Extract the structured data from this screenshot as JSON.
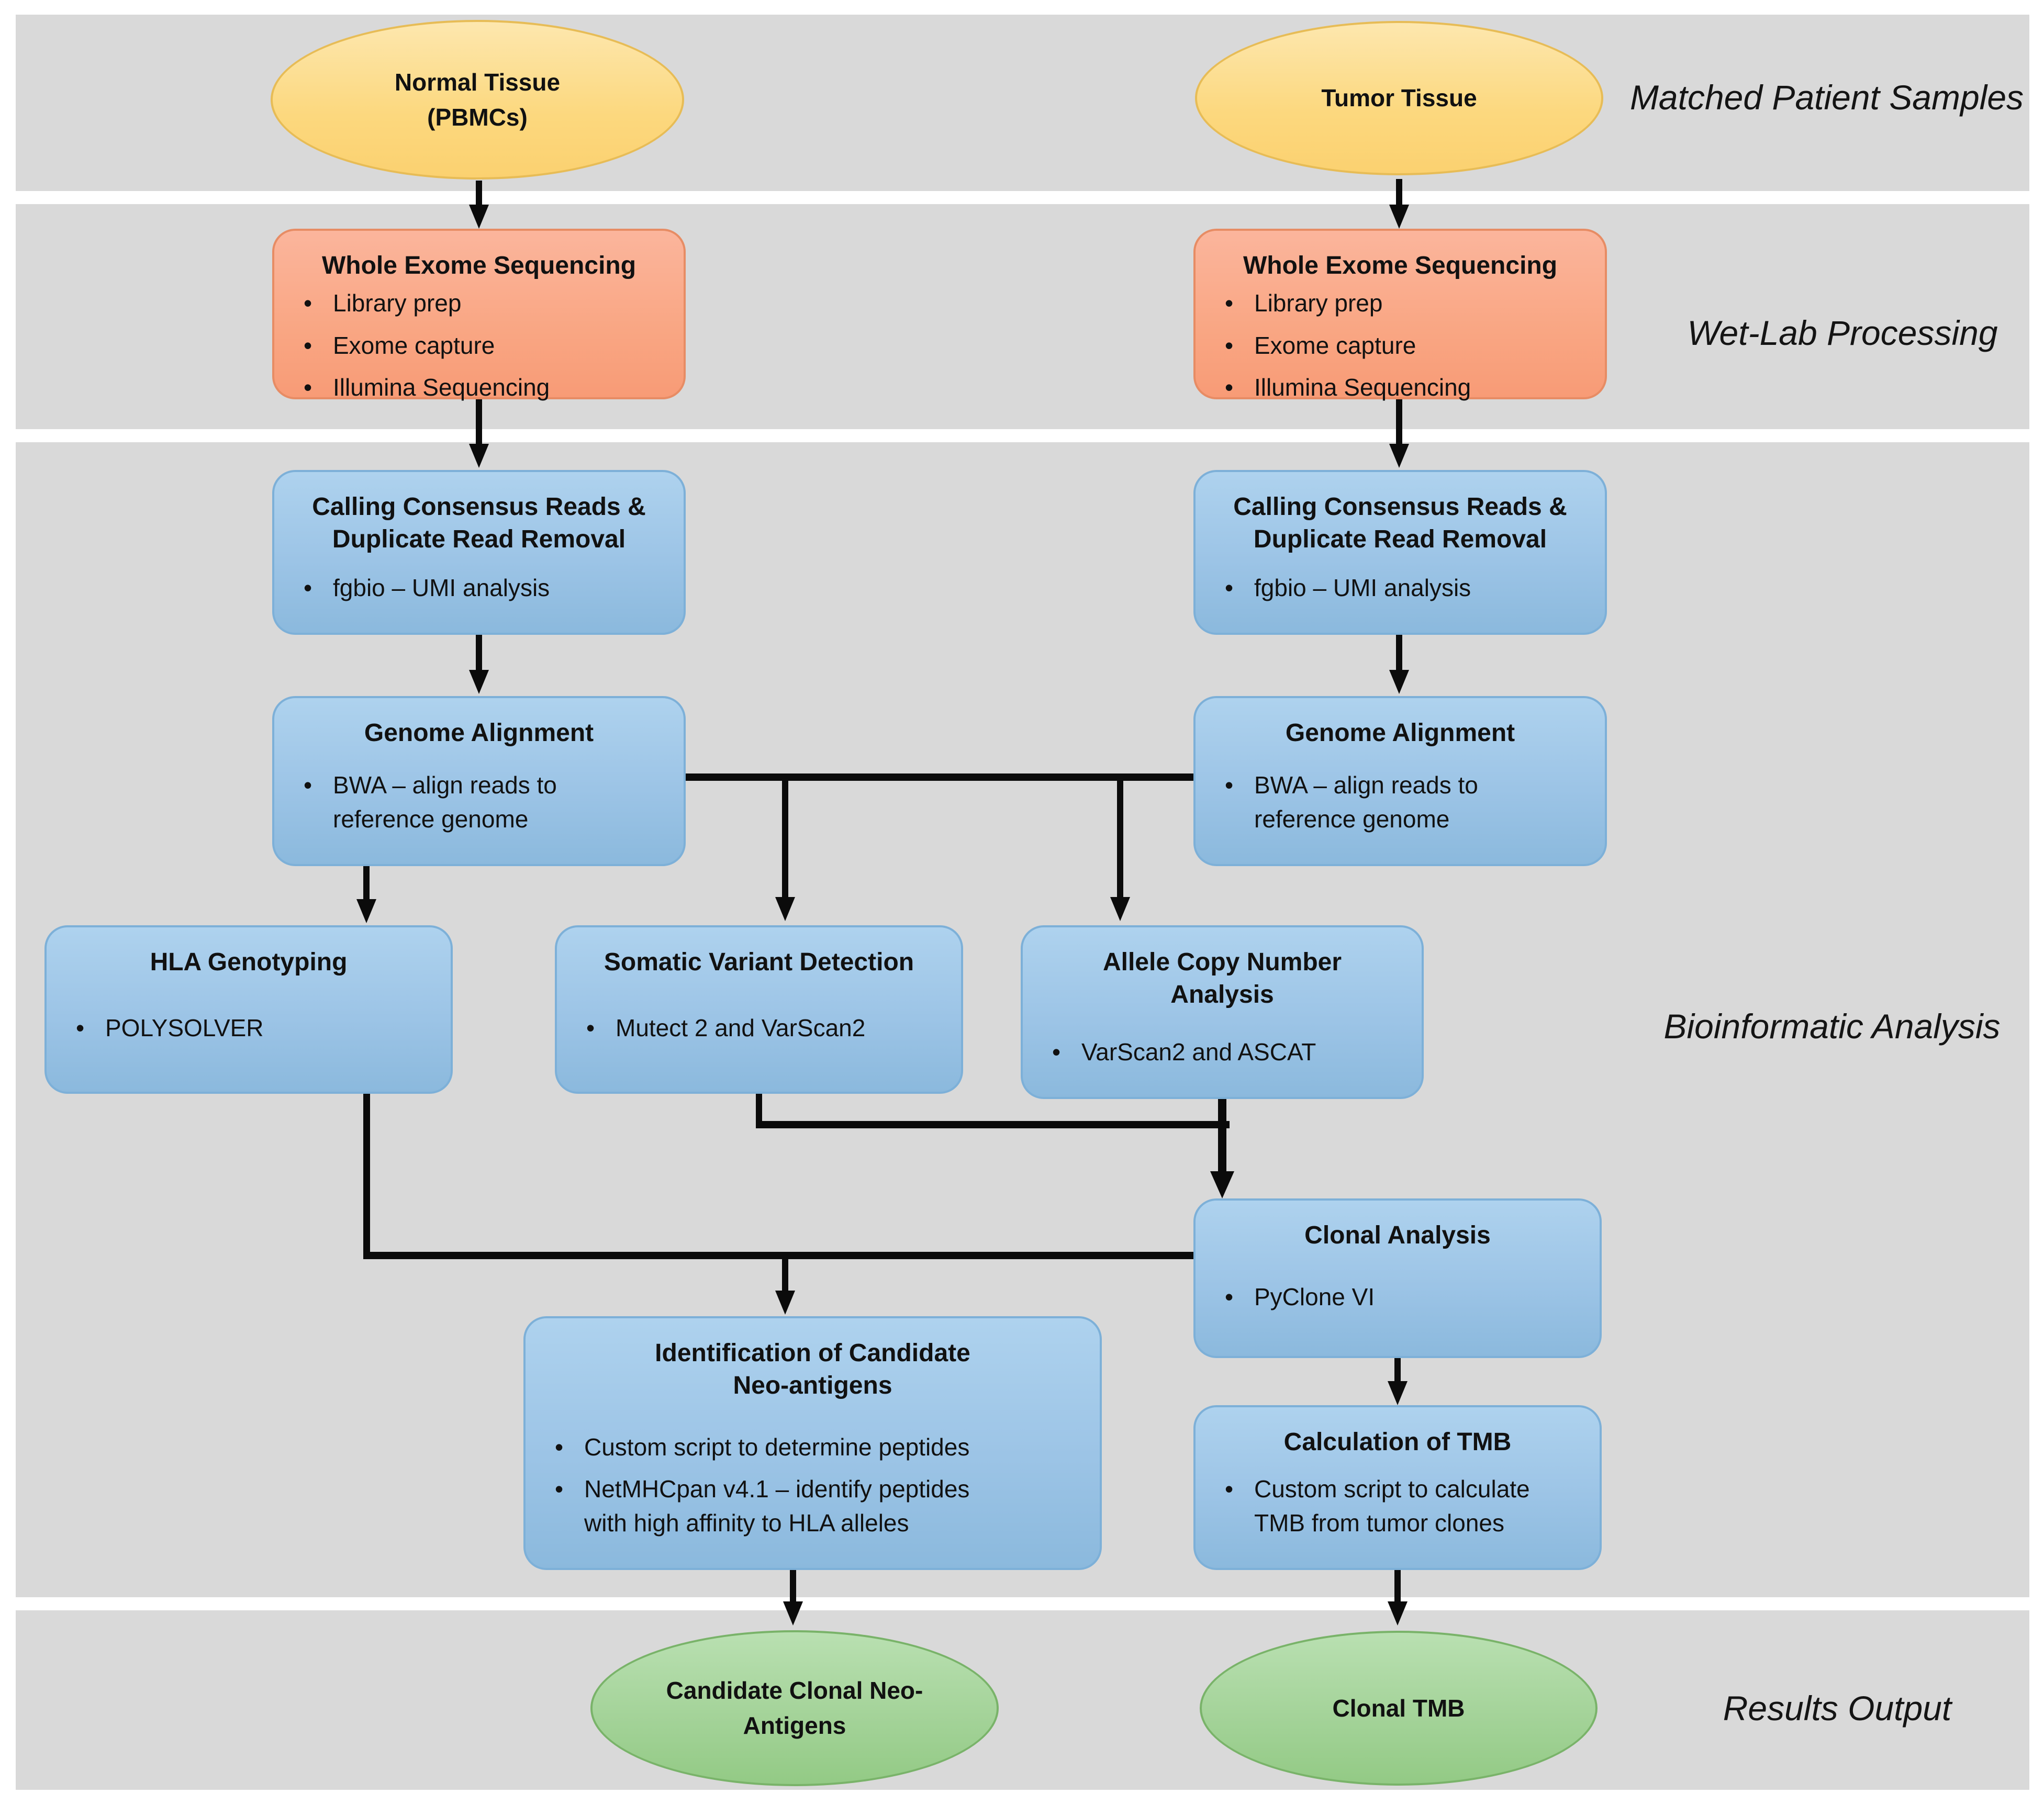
{
  "diagram_title": "Matched tumor-normal whole exome sequencing workflow",
  "colors": {
    "band_background": "#d9d9d9",
    "page_background": "#ffffff",
    "arrow": "#0b0b0b",
    "sample_ellipse_fill": "#fcd87e",
    "sample_ellipse_border": "#e7bc56",
    "wetlab_box_fill": "#f9a683",
    "wetlab_box_border": "#e78c64",
    "analysis_box_fill": "#9cc4e6",
    "analysis_box_border": "#7db0d8",
    "results_ellipse_fill": "#a4d399",
    "results_ellipse_border": "#79b369",
    "text": "#111111"
  },
  "icons": {
    "bullet": "•"
  },
  "side_labels": {
    "samples": "Matched Patient Samples",
    "wetlab": "Wet-Lab Processing",
    "bioinformatic": "Bioinformatic Analysis",
    "results": "Results Output"
  },
  "nodes": {
    "normal_tissue": {
      "label": "Normal Tissue",
      "sublabel": "(PBMCs)"
    },
    "tumor_tissue": {
      "label": "Tumor Tissue",
      "sublabel": ""
    },
    "wes_normal": {
      "title": "Whole Exome Sequencing",
      "bullets": [
        "Library prep",
        "Exome capture",
        "Illumina Sequencing"
      ]
    },
    "wes_tumor": {
      "title": "Whole Exome Sequencing",
      "bullets": [
        "Library prep",
        "Exome capture",
        "Illumina Sequencing"
      ]
    },
    "consensus_normal": {
      "title": "Calling Consensus Reads & Duplicate Read Removal",
      "bullets": [
        "fgbio – UMI analysis"
      ]
    },
    "consensus_tumor": {
      "title": "Calling Consensus Reads & Duplicate Read Removal",
      "bullets": [
        "fgbio – UMI analysis"
      ]
    },
    "genome_normal": {
      "title": "Genome Alignment",
      "bullets": [
        "BWA – align reads to reference genome"
      ]
    },
    "genome_tumor": {
      "title": "Genome Alignment",
      "bullets": [
        "BWA – align reads to reference genome"
      ]
    },
    "hla_genotyping": {
      "title": "HLA Genotyping",
      "bullets": [
        "POLYSOLVER"
      ]
    },
    "somatic_variant": {
      "title": "Somatic Variant Detection",
      "bullets": [
        "Mutect 2 and VarScan2"
      ]
    },
    "allele_copy_number": {
      "title": "Allele Copy Number Analysis",
      "bullets": [
        "VarScan2 and ASCAT"
      ]
    },
    "clonal_analysis": {
      "title": "Clonal Analysis",
      "bullets": [
        "PyClone VI"
      ]
    },
    "neoantigen_identification": {
      "title": "Identification of Candidate Neo-antigens",
      "bullets": [
        "Custom script to determine peptides",
        "NetMHCpan v4.1 – identify peptides with high affinity to HLA alleles"
      ]
    },
    "tmb_calculation": {
      "title": "Calculation of TMB",
      "bullets": [
        "Custom script to calculate TMB from tumor clones"
      ]
    },
    "candidate_neoantigens": {
      "label": "Candidate Clonal Neo-Antigens"
    },
    "clonal_tmb": {
      "label": "Clonal TMB"
    }
  }
}
